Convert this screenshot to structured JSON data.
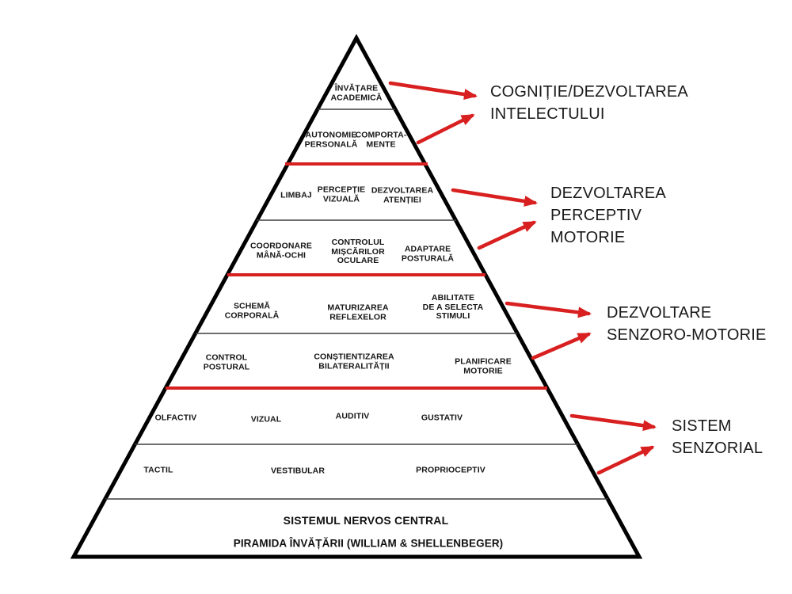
{
  "colors": {
    "accent_red": "#d92020",
    "outline_black": "#000000",
    "divider_gray": "#3f3f3f",
    "background": "#ffffff"
  },
  "pyramid": {
    "levels": [
      {
        "name": "academic-learning",
        "cells": [
          {
            "text": "ÎNVĂȚARE\nACADEMICĂ"
          }
        ]
      },
      {
        "name": "autonomy-behaviour",
        "cells": [
          {
            "text": "AUTONOMIE\nPERSONALĂ"
          },
          {
            "text": "COMPORTA-\nMENTE"
          }
        ]
      },
      {
        "name": "language-perception-attention",
        "cells": [
          {
            "text": "LIMBAJ"
          },
          {
            "text": "PERCEPȚIE\nVIZUALĂ"
          },
          {
            "text": "DEZVOLTAREA\nATENȚIEI"
          }
        ]
      },
      {
        "name": "coordination-ocular-postural",
        "cells": [
          {
            "text": "COORDONARE\nMÂNĂ-OCHI"
          },
          {
            "text": "CONTROLUL\nMIȘCĂRILOR\nOCULARE"
          },
          {
            "text": "ADAPTARE\nPOSTURALĂ"
          }
        ]
      },
      {
        "name": "body-scheme-reflexes-stimuli",
        "cells": [
          {
            "text": "SCHEMĂ\nCORPORALĂ"
          },
          {
            "text": "MATURIZAREA\nREFLEXELOR"
          },
          {
            "text": "ABILITATE\nDE A SELECTA\nSTIMULI"
          }
        ]
      },
      {
        "name": "postural-bilateral-motor-planning",
        "cells": [
          {
            "text": "CONTROL\nPOSTURAL"
          },
          {
            "text": "CONȘTIENTIZAREA\nBILATERALITĂȚII"
          },
          {
            "text": "PLANIFICARE\nMOTORIE"
          }
        ]
      },
      {
        "name": "senses-upper",
        "cells": [
          {
            "text": "OLFACTIV"
          },
          {
            "text": "VIZUAL"
          },
          {
            "text": "AUDITIV"
          },
          {
            "text": "GUSTATIV"
          }
        ]
      },
      {
        "name": "senses-lower",
        "cells": [
          {
            "text": "TACTIL"
          },
          {
            "text": "VESTIBULAR"
          },
          {
            "text": "PROPRIOCEPTIV"
          }
        ]
      }
    ],
    "base": {
      "line1": "SISTEMUL NERVOS CENTRAL",
      "line2": "PIRAMIDA ÎNVĂȚĂRII (WILLIAM & SHELLENBEGER)"
    }
  },
  "side_labels": [
    {
      "name": "cognition-intellect",
      "text": "COGNIȚIE/DEZVOLTAREA\nINTELECTULUI"
    },
    {
      "name": "perceptual-motor-development",
      "text": "DEZVOLTAREA\nPERCEPTIV\nMOTORIE"
    },
    {
      "name": "sensory-motor-development",
      "text": "DEZVOLTARE\nSENZORO-MOTORIE"
    },
    {
      "name": "sensory-system",
      "text": "SISTEM\nSENZORIAL"
    }
  ]
}
